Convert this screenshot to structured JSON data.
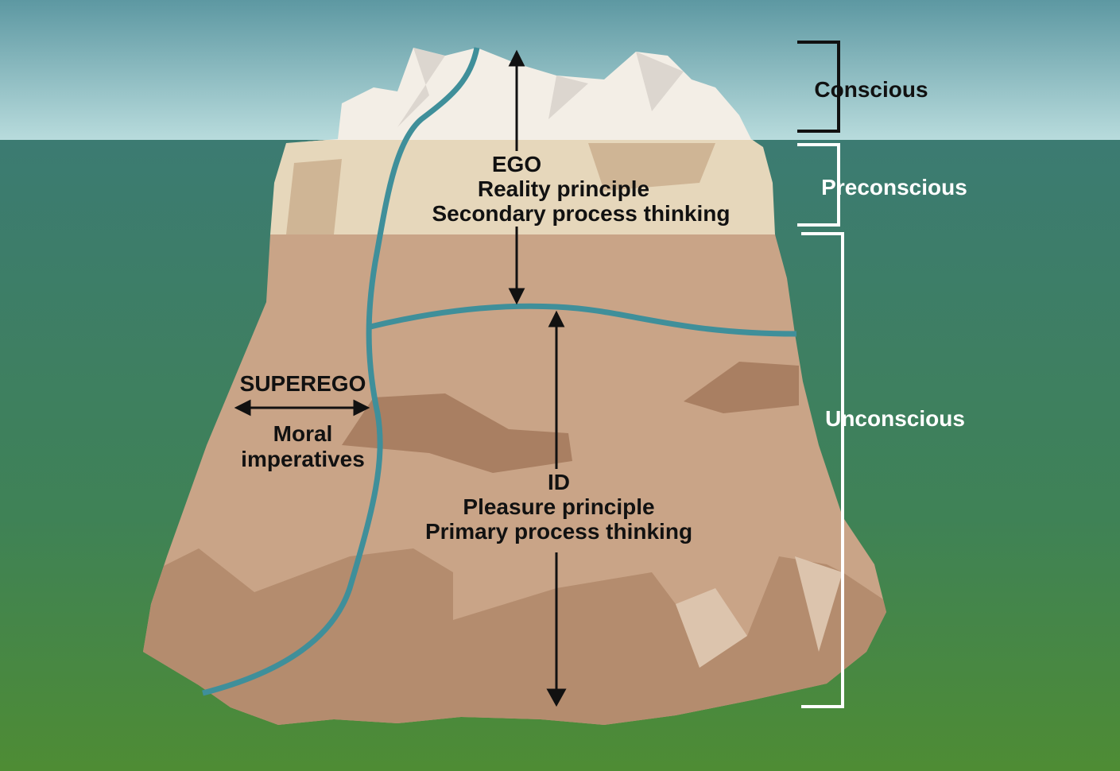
{
  "ego": {
    "title": "EGO",
    "line1": "Reality principle",
    "line2": "Secondary process thinking"
  },
  "superego": {
    "title": "SUPEREGO",
    "line1": "Moral",
    "line2": "imperatives"
  },
  "id": {
    "title": "ID",
    "line1": "Pleasure principle",
    "line2": "Primary process thinking"
  },
  "levels": {
    "conscious": "Conscious",
    "preconscious": "Preconscious",
    "unconscious": "Unconscious"
  },
  "colors": {
    "sky_top": "#5d98a2",
    "sky_bottom": "#b9dcdd",
    "water_top": "#3c7b72",
    "water_bottom": "#4b8a36",
    "ice": "#f3eee6",
    "preconscious": "#e6d7bb",
    "unconscious": "#c9a487",
    "divider": "#3f8f9a"
  }
}
